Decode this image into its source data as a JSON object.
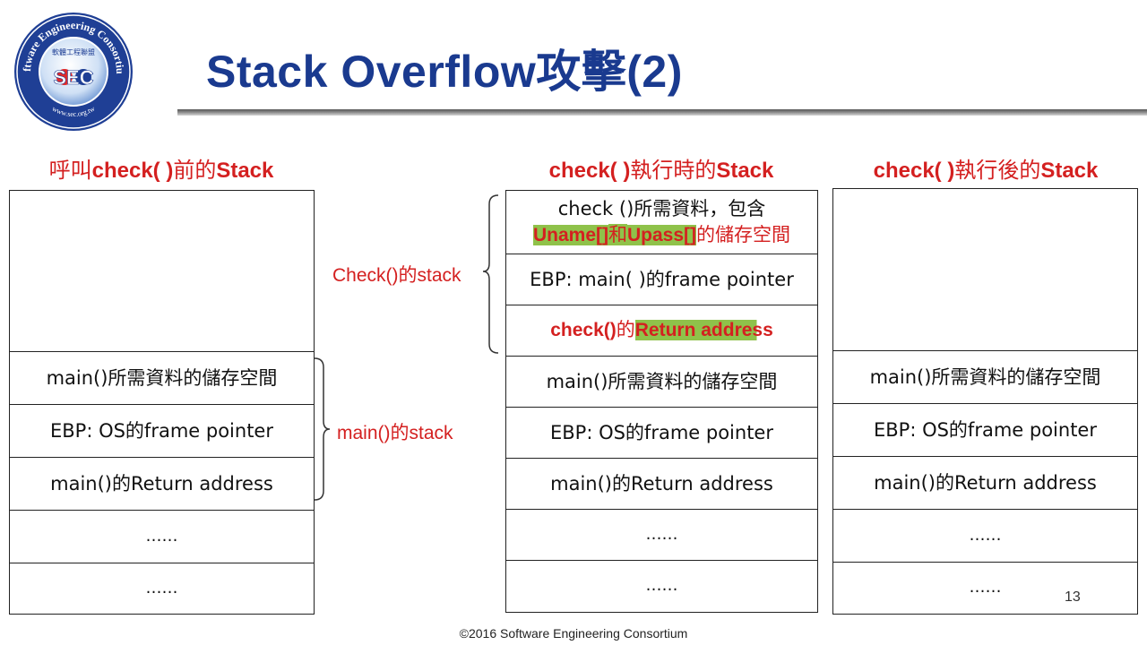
{
  "logo": {
    "ring_text": "Software Engineering Consortium",
    "center_text": "SEC",
    "inner_text": "軟體工程聯盟",
    "url_text": "www.sec.org.tw",
    "colors": {
      "ring": "#1f3f95",
      "accent_red": "#e02a2a"
    }
  },
  "title": "Stack Overflow攻擊(2)",
  "columns": [
    {
      "heading": {
        "prefix": "呼叫",
        "mid": "check( )",
        "cjk": "前的",
        "suffix": "Stack"
      },
      "cells": [
        {
          "text": ""
        },
        {
          "text": "main()所需資料的儲存空間"
        },
        {
          "text": "EBP: OS的frame pointer"
        },
        {
          "text": "main()的Return address"
        },
        {
          "text": "……"
        },
        {
          "text": "……"
        }
      ]
    },
    {
      "heading": {
        "prefix": "",
        "mid": "check( )",
        "cjk": "執行時的",
        "suffix": "Stack"
      },
      "cells": [
        {
          "line1": "check ()所需資料，包含",
          "line2_a": "Uname[]",
          "line2_b": "和",
          "line2_c": "Upass[]",
          "line2_d": "的儲存空間"
        },
        {
          "text": "EBP: main( )的frame pointer"
        },
        {
          "text_a": "check()",
          "text_b": "的",
          "text_c": "Return address"
        },
        {
          "text": "main()所需資料的儲存空間"
        },
        {
          "text": "EBP: OS的frame pointer"
        },
        {
          "text": "main()的Return address"
        },
        {
          "text": "……"
        },
        {
          "text": "……"
        }
      ]
    },
    {
      "heading": {
        "prefix": "",
        "mid": "check( )",
        "cjk": "執行後的",
        "suffix": "Stack"
      },
      "cells": [
        {
          "text": ""
        },
        {
          "text": "main()所需資料的儲存空間"
        },
        {
          "text": "EBP: OS的frame pointer"
        },
        {
          "text": "main()的Return address"
        },
        {
          "text": "……"
        },
        {
          "text": "……"
        }
      ]
    }
  ],
  "labels": {
    "check_stack": "Check()的stack",
    "main_stack": "main()的stack"
  },
  "page_number": "13",
  "footer": "©2016 Software Engineering Consortium",
  "colors": {
    "title": "#1a3a8f",
    "red": "#d42020",
    "highlight": "#8fc24a"
  }
}
